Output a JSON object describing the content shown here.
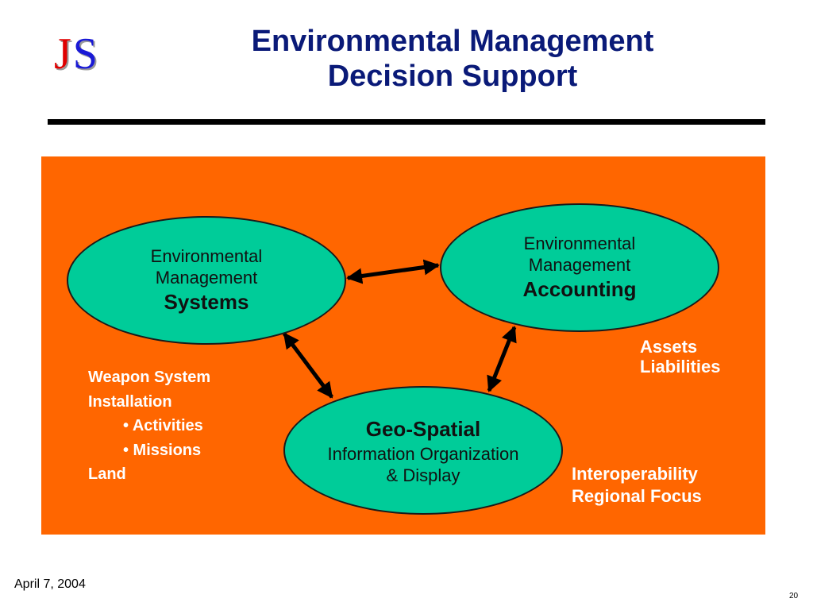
{
  "logo": {
    "j": "J",
    "s": "S"
  },
  "title": {
    "line1": "Environmental Management",
    "line2": "Decision Support"
  },
  "ellipses": {
    "systems": {
      "line1": "Environmental",
      "line2": "Management",
      "bold": "Systems"
    },
    "accounting": {
      "line1": "Environmental",
      "line2": "Management",
      "bold": "Accounting"
    },
    "geo": {
      "bold": "Geo-Spatial",
      "line1": "Information Organization",
      "line2": "& Display"
    }
  },
  "left_list": {
    "line1": "Weapon System",
    "line2": "Installation",
    "bullet1": "• Activities",
    "bullet2": "• Missions",
    "line3": "Land"
  },
  "assets": {
    "line1": "Assets",
    "line2": "Liabilities"
  },
  "interop": {
    "line1": "Interoperability",
    "line2": "Regional Focus"
  },
  "footer": {
    "date": "April 7, 2004",
    "page": "20"
  },
  "colors": {
    "panel": "#ff6600",
    "ellipse": "#00cc99",
    "title": "#0a1a78"
  }
}
